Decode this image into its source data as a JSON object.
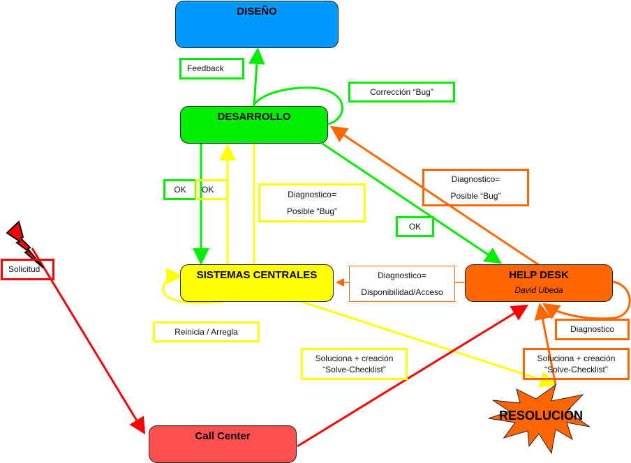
{
  "nodes": {
    "diseno": {
      "title": "DISEÑO",
      "color": "#0099ff"
    },
    "desarrollo": {
      "title": "DESARROLLO",
      "color": "#00ee00"
    },
    "sistemas": {
      "title": "SISTEMAS CENTRALES",
      "color": "#ffff00"
    },
    "helpdesk": {
      "title": "HELP DESK",
      "subtitle": "David  Ubeda",
      "color": "#ff6600"
    },
    "callcenter": {
      "title": "Call Center",
      "color": "#ff5050"
    },
    "resolucion": {
      "title": "RESOLUCIÓN",
      "color": "#ff6600"
    }
  },
  "labels": {
    "feedback": "Feedback",
    "correccion_bug": "Corrección  “Bug”",
    "ok_green_left": "OK",
    "ok_yellow": "OK",
    "diag_posible_bug_yellow": [
      "Diagnostico=",
      "Posible “Bug”"
    ],
    "diag_posible_bug_orange": [
      "Diagnostico=",
      "Posible “Bug”"
    ],
    "ok_green_diag": "OK",
    "diag_disponibilidad": [
      "Diagnostico=",
      "Disponibilidad/Acceso"
    ],
    "diagnostico": "Diagnostico",
    "reinicia": "Reinicia / Arregla",
    "soluciona_yellow": [
      "Soluciona  + creación",
      "“Solve-Checklist”"
    ],
    "soluciona_orange": [
      "Soluciona  + creación",
      "“Solve-Checklist”"
    ],
    "solicitud": "Solicitud"
  },
  "colors": {
    "green": "#00ee00",
    "yellow": "#ffff00",
    "orange": "#ff6600",
    "red": "#ff0000"
  }
}
